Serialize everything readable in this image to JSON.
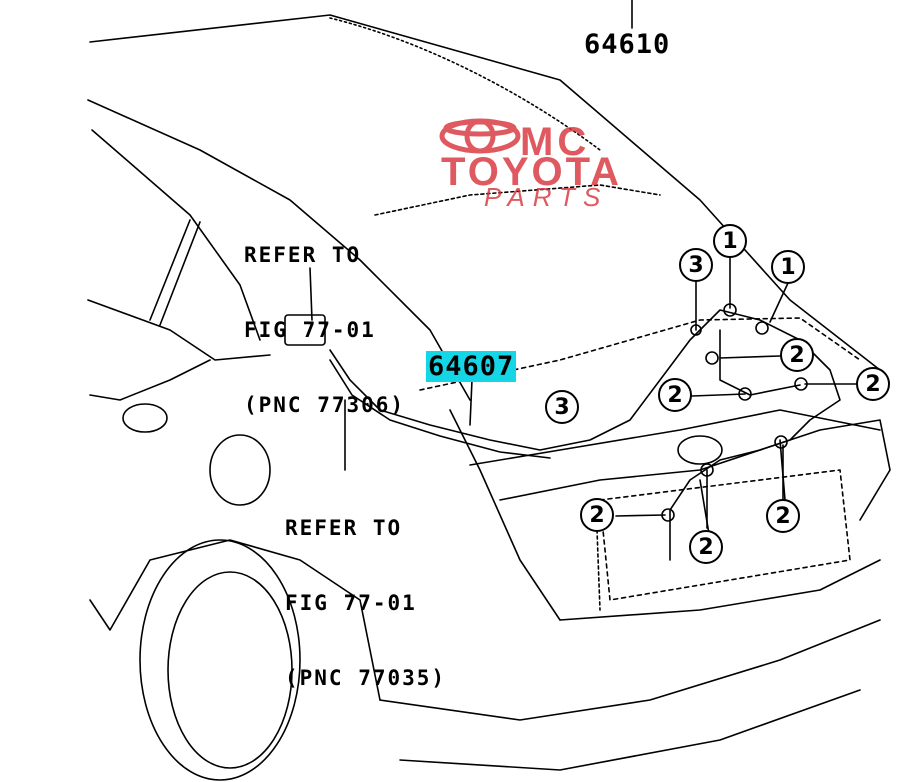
{
  "watermark": {
    "line1": "MC",
    "line2": "TOYOTA",
    "line3": "PARTS",
    "color": "#d9363e"
  },
  "part_numbers": {
    "top": "64610",
    "harness": "64607"
  },
  "references": [
    {
      "line1": "REFER TO",
      "line2": "FIG 77-01",
      "line3": "(PNC 77306)"
    },
    {
      "line1": "REFER TO",
      "line2": "FIG 77-01",
      "line3": "(PNC 77035)"
    }
  ],
  "callouts": [
    "3",
    "1",
    "1",
    "2",
    "2",
    "2",
    "3",
    "2",
    "2",
    "2"
  ],
  "colors": {
    "highlight": "#15d6e6",
    "line": "#000000"
  }
}
